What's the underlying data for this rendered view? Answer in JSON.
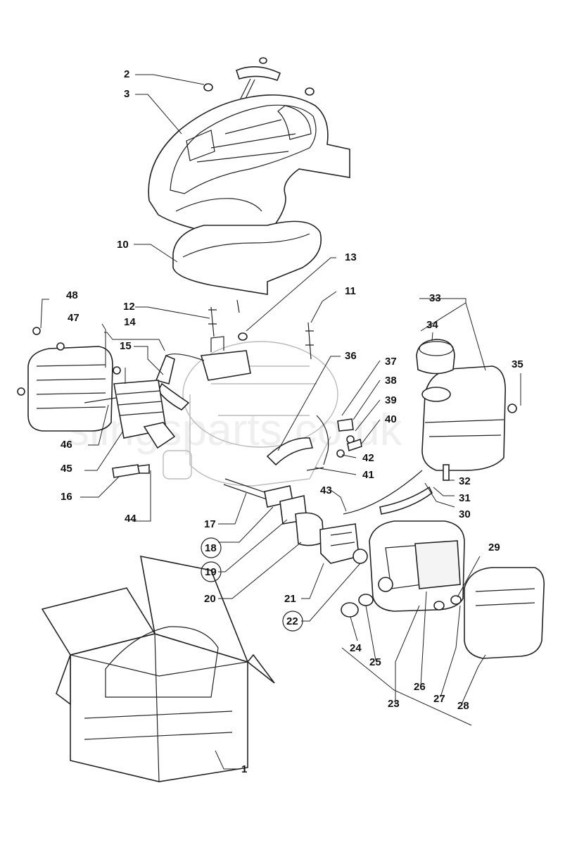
{
  "watermark": "slingsparts.co.uk",
  "callouts": [
    {
      "id": "c1",
      "text": "1"
    },
    {
      "id": "c2",
      "text": "2"
    },
    {
      "id": "c3",
      "text": "3"
    },
    {
      "id": "c10",
      "text": "10"
    },
    {
      "id": "c11",
      "text": "11"
    },
    {
      "id": "c12",
      "text": "12"
    },
    {
      "id": "c13",
      "text": "13"
    },
    {
      "id": "c14",
      "text": "14"
    },
    {
      "id": "c15",
      "text": "15"
    },
    {
      "id": "c16",
      "text": "16"
    },
    {
      "id": "c17",
      "text": "17"
    },
    {
      "id": "c18",
      "text": "18",
      "circled": true
    },
    {
      "id": "c19",
      "text": "19",
      "circled": true
    },
    {
      "id": "c20",
      "text": "20"
    },
    {
      "id": "c21",
      "text": "21"
    },
    {
      "id": "c22",
      "text": "22",
      "circled": true
    },
    {
      "id": "c23",
      "text": "23"
    },
    {
      "id": "c24",
      "text": "24"
    },
    {
      "id": "c25",
      "text": "25"
    },
    {
      "id": "c26",
      "text": "26"
    },
    {
      "id": "c27",
      "text": "27"
    },
    {
      "id": "c28",
      "text": "28"
    },
    {
      "id": "c29",
      "text": "29"
    },
    {
      "id": "c30",
      "text": "30"
    },
    {
      "id": "c31",
      "text": "31"
    },
    {
      "id": "c32",
      "text": "32"
    },
    {
      "id": "c33",
      "text": "33"
    },
    {
      "id": "c34",
      "text": "34"
    },
    {
      "id": "c35",
      "text": "35"
    },
    {
      "id": "c36",
      "text": "36"
    },
    {
      "id": "c37",
      "text": "37"
    },
    {
      "id": "c38",
      "text": "38"
    },
    {
      "id": "c39",
      "text": "39"
    },
    {
      "id": "c40",
      "text": "40"
    },
    {
      "id": "c41",
      "text": "41"
    },
    {
      "id": "c42",
      "text": "42"
    },
    {
      "id": "c43",
      "text": "43"
    },
    {
      "id": "c44",
      "text": "44"
    },
    {
      "id": "c45",
      "text": "45"
    },
    {
      "id": "c46",
      "text": "46"
    },
    {
      "id": "c47",
      "text": "47"
    },
    {
      "id": "c48",
      "text": "48"
    }
  ]
}
